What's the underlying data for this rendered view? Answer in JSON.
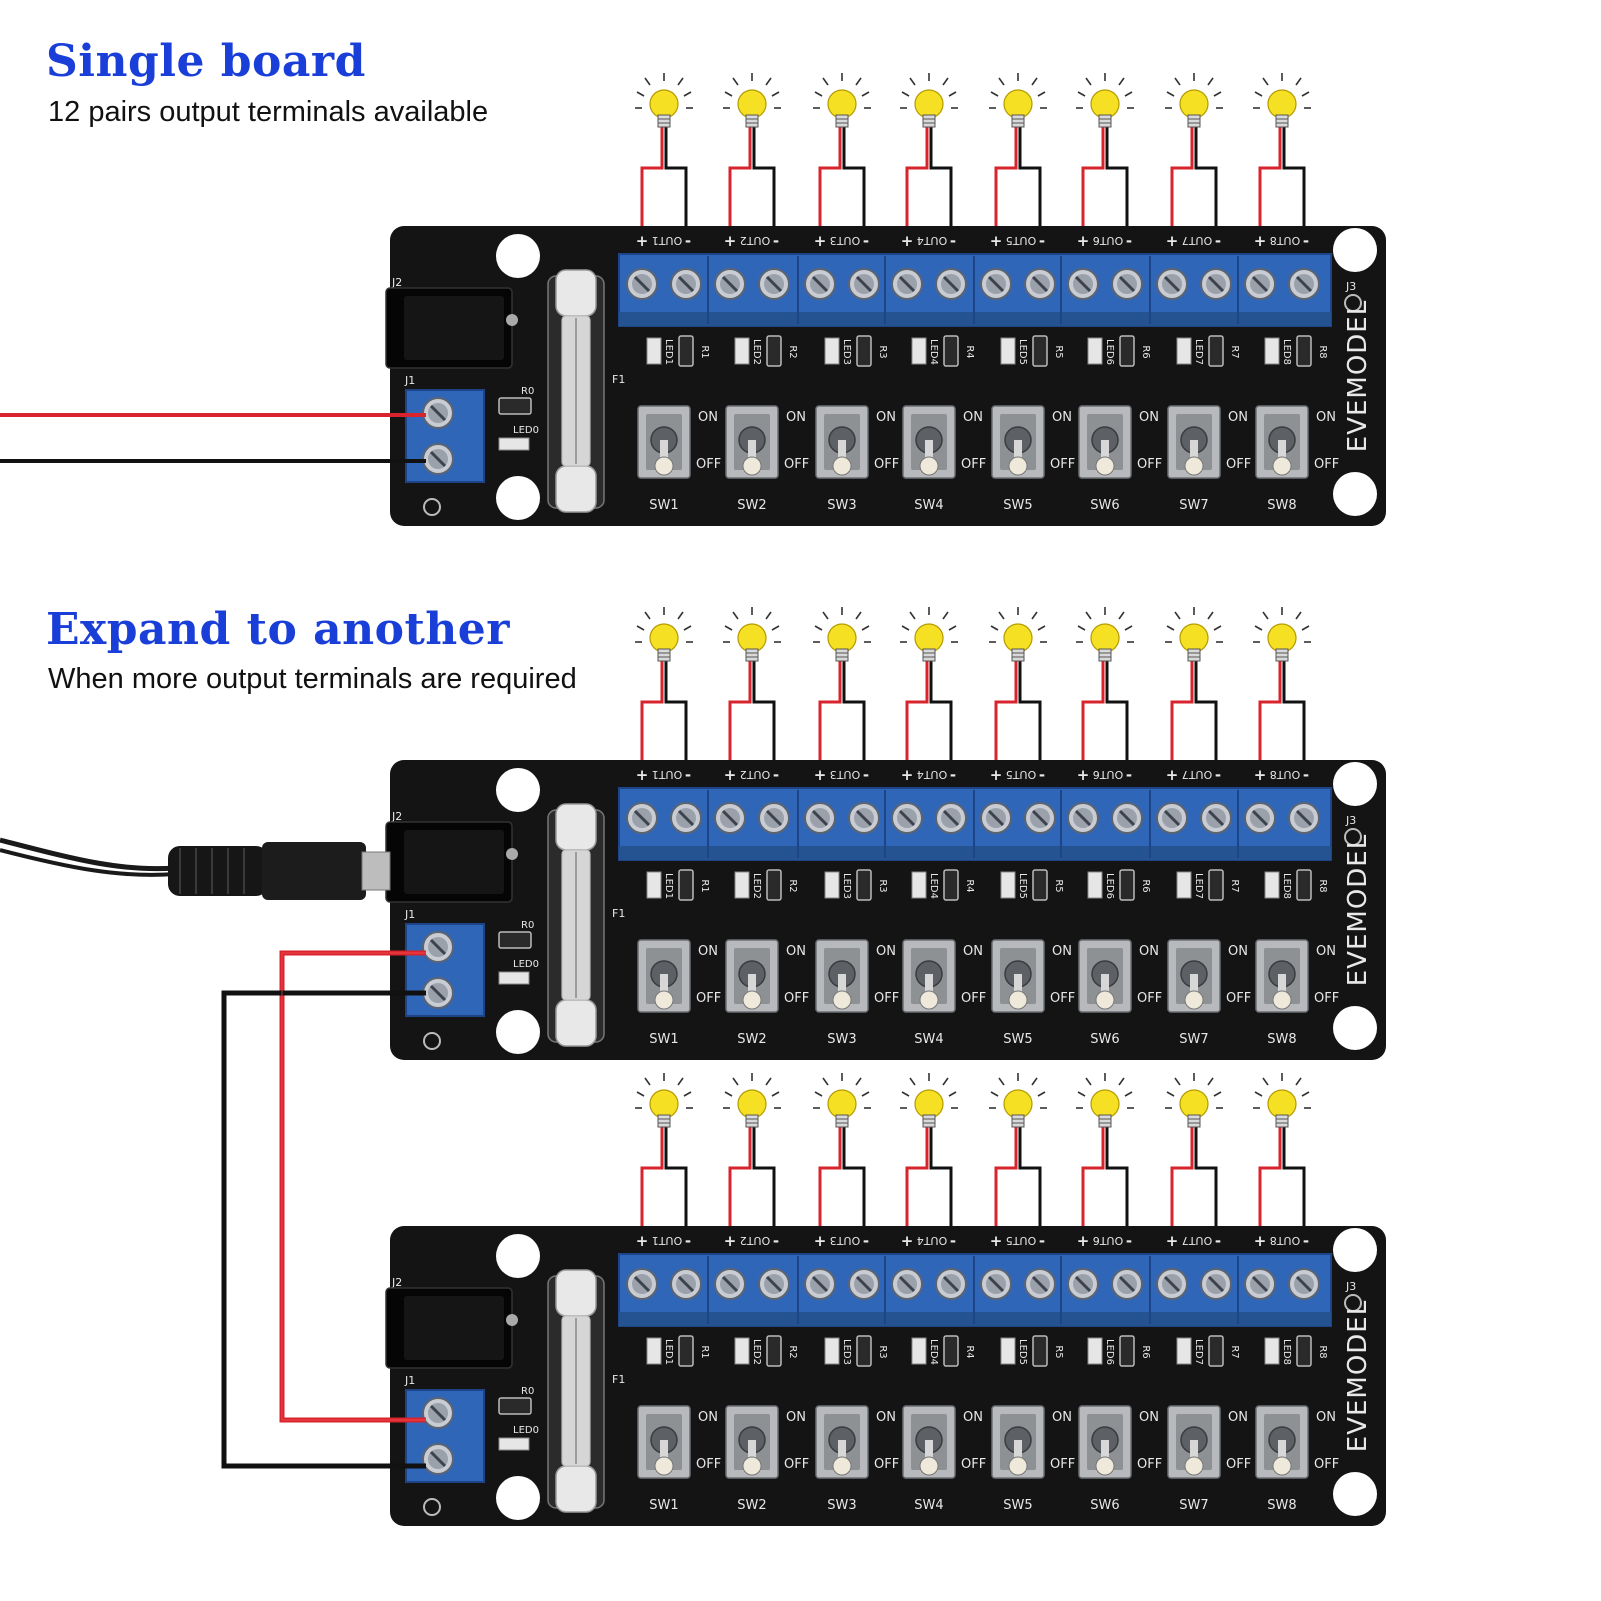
{
  "sections": {
    "single": {
      "title": "Single board",
      "subtitle": "12 pairs output terminals available"
    },
    "expand": {
      "title": "Expand to another",
      "subtitle": "When more output terminals are required"
    }
  },
  "board": {
    "brand": "EVEMODEL",
    "output_labels": [
      "OUT1",
      "OUT2",
      "OUT3",
      "OUT4",
      "OUT5",
      "OUT6",
      "OUT7",
      "OUT8"
    ],
    "led_labels": [
      "LED1",
      "LED2",
      "LED3",
      "LED4",
      "LED5",
      "LED6",
      "LED7",
      "LED8"
    ],
    "resistor_labels": [
      "R1",
      "R2",
      "R3",
      "R4",
      "R5",
      "R6",
      "R7",
      "R8"
    ],
    "switch_labels": [
      "SW1",
      "SW2",
      "SW3",
      "SW4",
      "SW5",
      "SW6",
      "SW7",
      "SW8"
    ],
    "switch_on": "ON",
    "switch_off": "OFF",
    "jack_label": "J2",
    "input_terminal_label": "J1",
    "output_connector_label": "J3",
    "fuse_label": "F1",
    "power_resistor_label": "R0",
    "power_led_label": "LED0",
    "plus_sign": "+",
    "minus_sign": "-"
  },
  "colors": {
    "heading": "#1a3fd9",
    "board": "#141414",
    "terminal_block": "#2f66b8",
    "wire_red": "#d8242c",
    "wire_black": "#111111",
    "bulb": "#f6e024",
    "silkscreen": "#e8e8e8"
  }
}
